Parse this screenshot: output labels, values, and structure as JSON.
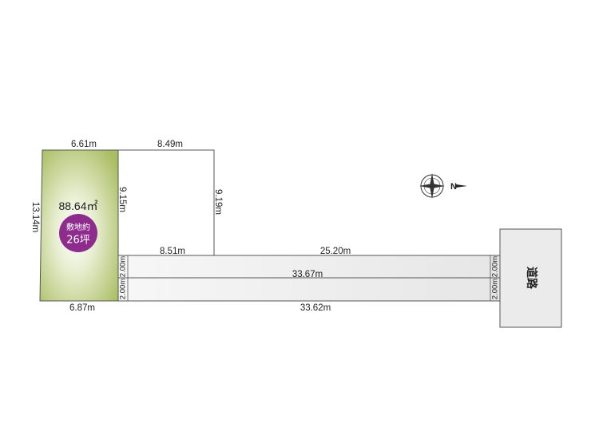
{
  "plot": {
    "area": "88.64㎡",
    "badge_line1": "敷地約",
    "badge_line2": "26坪",
    "fill_color": "#a9bd62",
    "badge_color": "#8e2c8e"
  },
  "dimensions": {
    "plot_top": "6.61m",
    "plot_left": "13.14m",
    "plot_right": "9.15m",
    "plot_bottom": "6.87m",
    "neighbor_top": "8.49m",
    "neighbor_right": "9.19m",
    "neighbor_bottom": "8.51m",
    "passage_upper_top": "25.20m",
    "passage_middle": "33.67m",
    "passage_bottom": "33.62m",
    "passage_upper_width_left": "2.00m",
    "passage_lower_width_left": "2.00m",
    "passage_upper_width_right": "2.00m",
    "passage_lower_width_right": "2.00m"
  },
  "road": {
    "label": "道路",
    "color": "#ebebeb"
  },
  "compass": {
    "north_label": "N"
  }
}
